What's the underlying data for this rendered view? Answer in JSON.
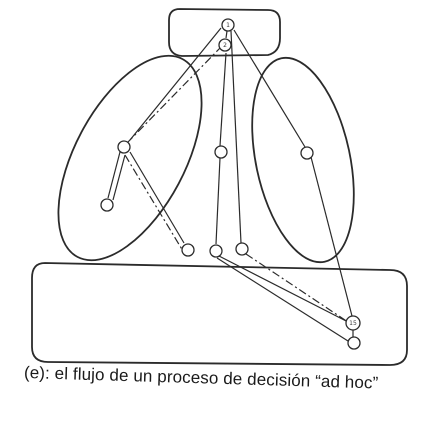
{
  "figure": {
    "caption": "(e): el flujo de un proceso de decisión “ad hoc”"
  },
  "nodes": [
    {
      "id": "n1",
      "label": "1"
    },
    {
      "id": "n2",
      "label": "2"
    },
    {
      "id": "n3",
      "label": ""
    },
    {
      "id": "n4",
      "label": ""
    },
    {
      "id": "n5",
      "label": ""
    },
    {
      "id": "n6",
      "label": ""
    },
    {
      "id": "n7",
      "label": ""
    },
    {
      "id": "n8",
      "label": ""
    },
    {
      "id": "n9",
      "label": ""
    },
    {
      "id": "n10",
      "label": ""
    },
    {
      "id": "n11",
      "label": ""
    },
    {
      "id": "n12",
      "label": ""
    },
    {
      "id": "n13",
      "label": "15"
    },
    {
      "id": "n14",
      "label": ""
    }
  ],
  "colors": {
    "ink": "#2b2b2b",
    "background": "#ffffff"
  }
}
